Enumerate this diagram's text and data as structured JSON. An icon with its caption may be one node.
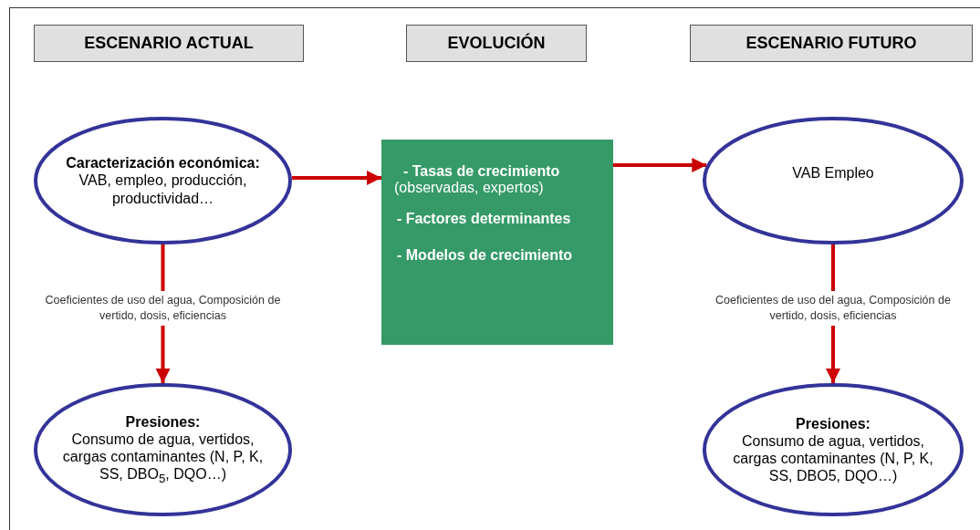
{
  "diagram": {
    "nodes": [
      {
        "text": [
          "ESCENARIO ACTUAL"
        ]
      },
      {
        "text": [
          "EVOLUCIÓN"
        ]
      },
      {
        "text": [
          "ESCENARIO FUTURO"
        ]
      },
      {
        "text": [
          "Caracterización económica:",
          "VAB, empleo, producción, productividad…"
        ]
      },
      {
        "text": [
          "- Tasas de crecimiento",
          "(observadas, expertos)",
          "- Factores determinantes",
          "- Modelos de crecimiento"
        ]
      },
      {
        "text": [
          "VAB Empleo"
        ]
      },
      {
        "text": [
          "Presiones:",
          "Consumo de agua, vertidos, cargas contaminantes (N, P, K, SS, DBO$_{5}$, DQO…)"
        ]
      },
      {
        "text": [
          "Presiones:",
          "Consumo de agua, vertidos, cargas contaminantes (N, P, K, SS, DBO5, DQO…)"
        ]
      }
    ],
    "edges": [
      {
        "from": 3,
        "to": 4,
        "arrow": "to"
      },
      {
        "from": 4,
        "to": 5,
        "arrow": "to"
      },
      {
        "from": 3,
        "to": 6,
        "arrow": "to",
        "label": "Coeficientes de uso del agua, Composición de vertido, dosis, eficiencias"
      },
      {
        "from": 5,
        "to": 7,
        "arrow": "to",
        "label": "Coeficientes de uso del agua, Composición de vertido, dosis, eficiencias"
      }
    ]
  }
}
